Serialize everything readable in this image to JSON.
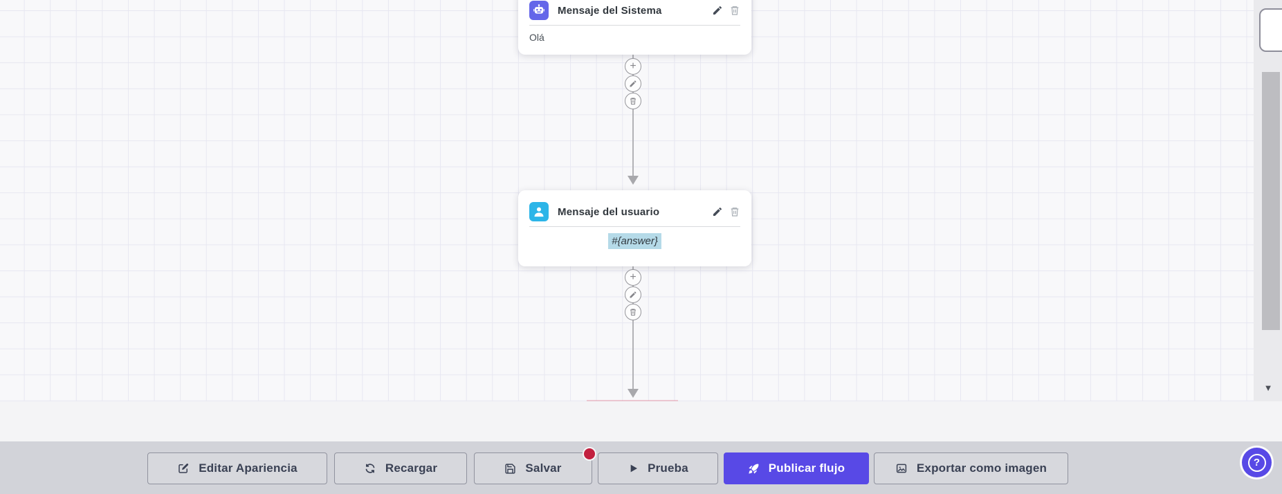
{
  "canvas": {
    "nodes": [
      {
        "type": "system",
        "title": "Mensaje del Sistema",
        "content": "Olá"
      },
      {
        "type": "user",
        "title": "Mensaje del usuario",
        "content": "#{answer}"
      }
    ]
  },
  "connector": {
    "plus_glyph": "+",
    "actions": [
      "add-step",
      "edit-connection",
      "delete-connection"
    ]
  },
  "scrollbar": {
    "down_arrow_glyph": "▼"
  },
  "toolbar": {
    "buttons": [
      {
        "label": "Editar Apariencia",
        "icon": "edit-square-icon"
      },
      {
        "label": "Recargar",
        "icon": "refresh-icon"
      },
      {
        "label": "Salvar",
        "icon": "save-icon",
        "badge": true
      },
      {
        "label": "Prueba",
        "icon": "play-icon"
      },
      {
        "label": "Publicar flujo",
        "icon": "rocket-icon",
        "variant": "primary"
      },
      {
        "label": "Exportar como imagen",
        "icon": "image-icon"
      }
    ]
  },
  "help": {
    "glyph": "?"
  },
  "icons": {
    "node_system": "robot-icon",
    "node_user": "user-icon",
    "card_actions": [
      "pencil-icon",
      "trash-icon"
    ]
  },
  "colors": {
    "primary": "#5849e6",
    "system_icon_bg": "#6466e9",
    "user_icon_bg": "#2cb5e8",
    "variable_highlight": "#b5dae8",
    "unsaved_badge": "#c2203f",
    "toolbar_bg": "#d2d3d9",
    "canvas_bg": "#f8f8fa"
  }
}
